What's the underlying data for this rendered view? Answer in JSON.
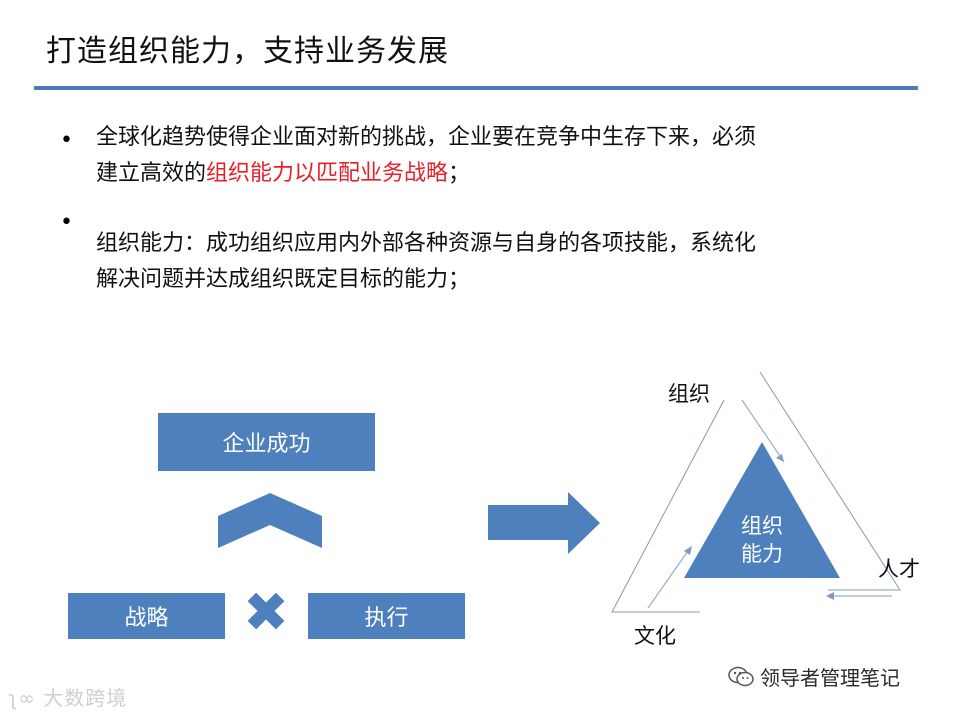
{
  "title": "打造组织能力，支持业务发展",
  "bullets": [
    {
      "marker": "•",
      "line1": "全球化趋势使得企业面对新的挑战，企业要在竞争中生存下来，必须",
      "line2_prefix": "建立高效的",
      "line2_highlight": "组织能力以匹配业务战略",
      "line2_suffix": "；"
    },
    {
      "marker": "•",
      "line1": "组织能力：成功组织应用内外部各种资源与自身的各项技能，系统化",
      "line2": "解决问题并达成组织既定目标的能力；"
    }
  ],
  "left_diagram": {
    "success": "企业成功",
    "strategy": "战略",
    "execution": "执行"
  },
  "right_diagram": {
    "center_line1": "组织",
    "center_line2": "能力",
    "top_label": "组织",
    "right_label": "人才",
    "bottom_label": "文化"
  },
  "watermark_left": "大数跨境",
  "watermark_right": "领导者管理笔记",
  "colors": {
    "box": "#4e80bd",
    "rule": "#4a7ab8",
    "highlight": "#e5202a"
  }
}
